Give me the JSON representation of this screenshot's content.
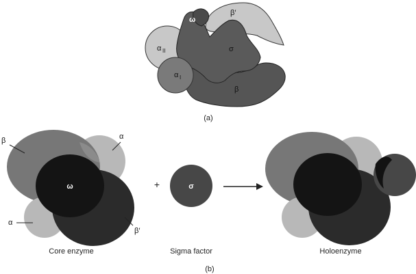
{
  "part_a": {
    "panel_label": "(a)",
    "subunits": {
      "omega": "ω",
      "beta_prime": "β′",
      "alpha_II": "α",
      "alpha_II_sub": "II",
      "alpha_I": "α",
      "alpha_I_sub": "I",
      "sigma": "σ",
      "beta": "β"
    }
  },
  "part_b": {
    "panel_label": "(b)",
    "core_enzyme": {
      "caption": "Core enzyme",
      "beta": "β",
      "alpha_top": "α",
      "omega": "ω",
      "alpha_bottom": "α",
      "beta_prime": "β′"
    },
    "plus": "+",
    "sigma_factor": {
      "caption": "Sigma factor",
      "sigma": "σ"
    },
    "holoenzyme": {
      "caption": "Holoenzyme"
    }
  },
  "colors": {
    "light_gray": "#c9c9c9",
    "mid_gray": "#7a7a7a",
    "dark_gray": "#4e4e4e",
    "very_dark": "#2b2b2b",
    "black": "#111111"
  }
}
